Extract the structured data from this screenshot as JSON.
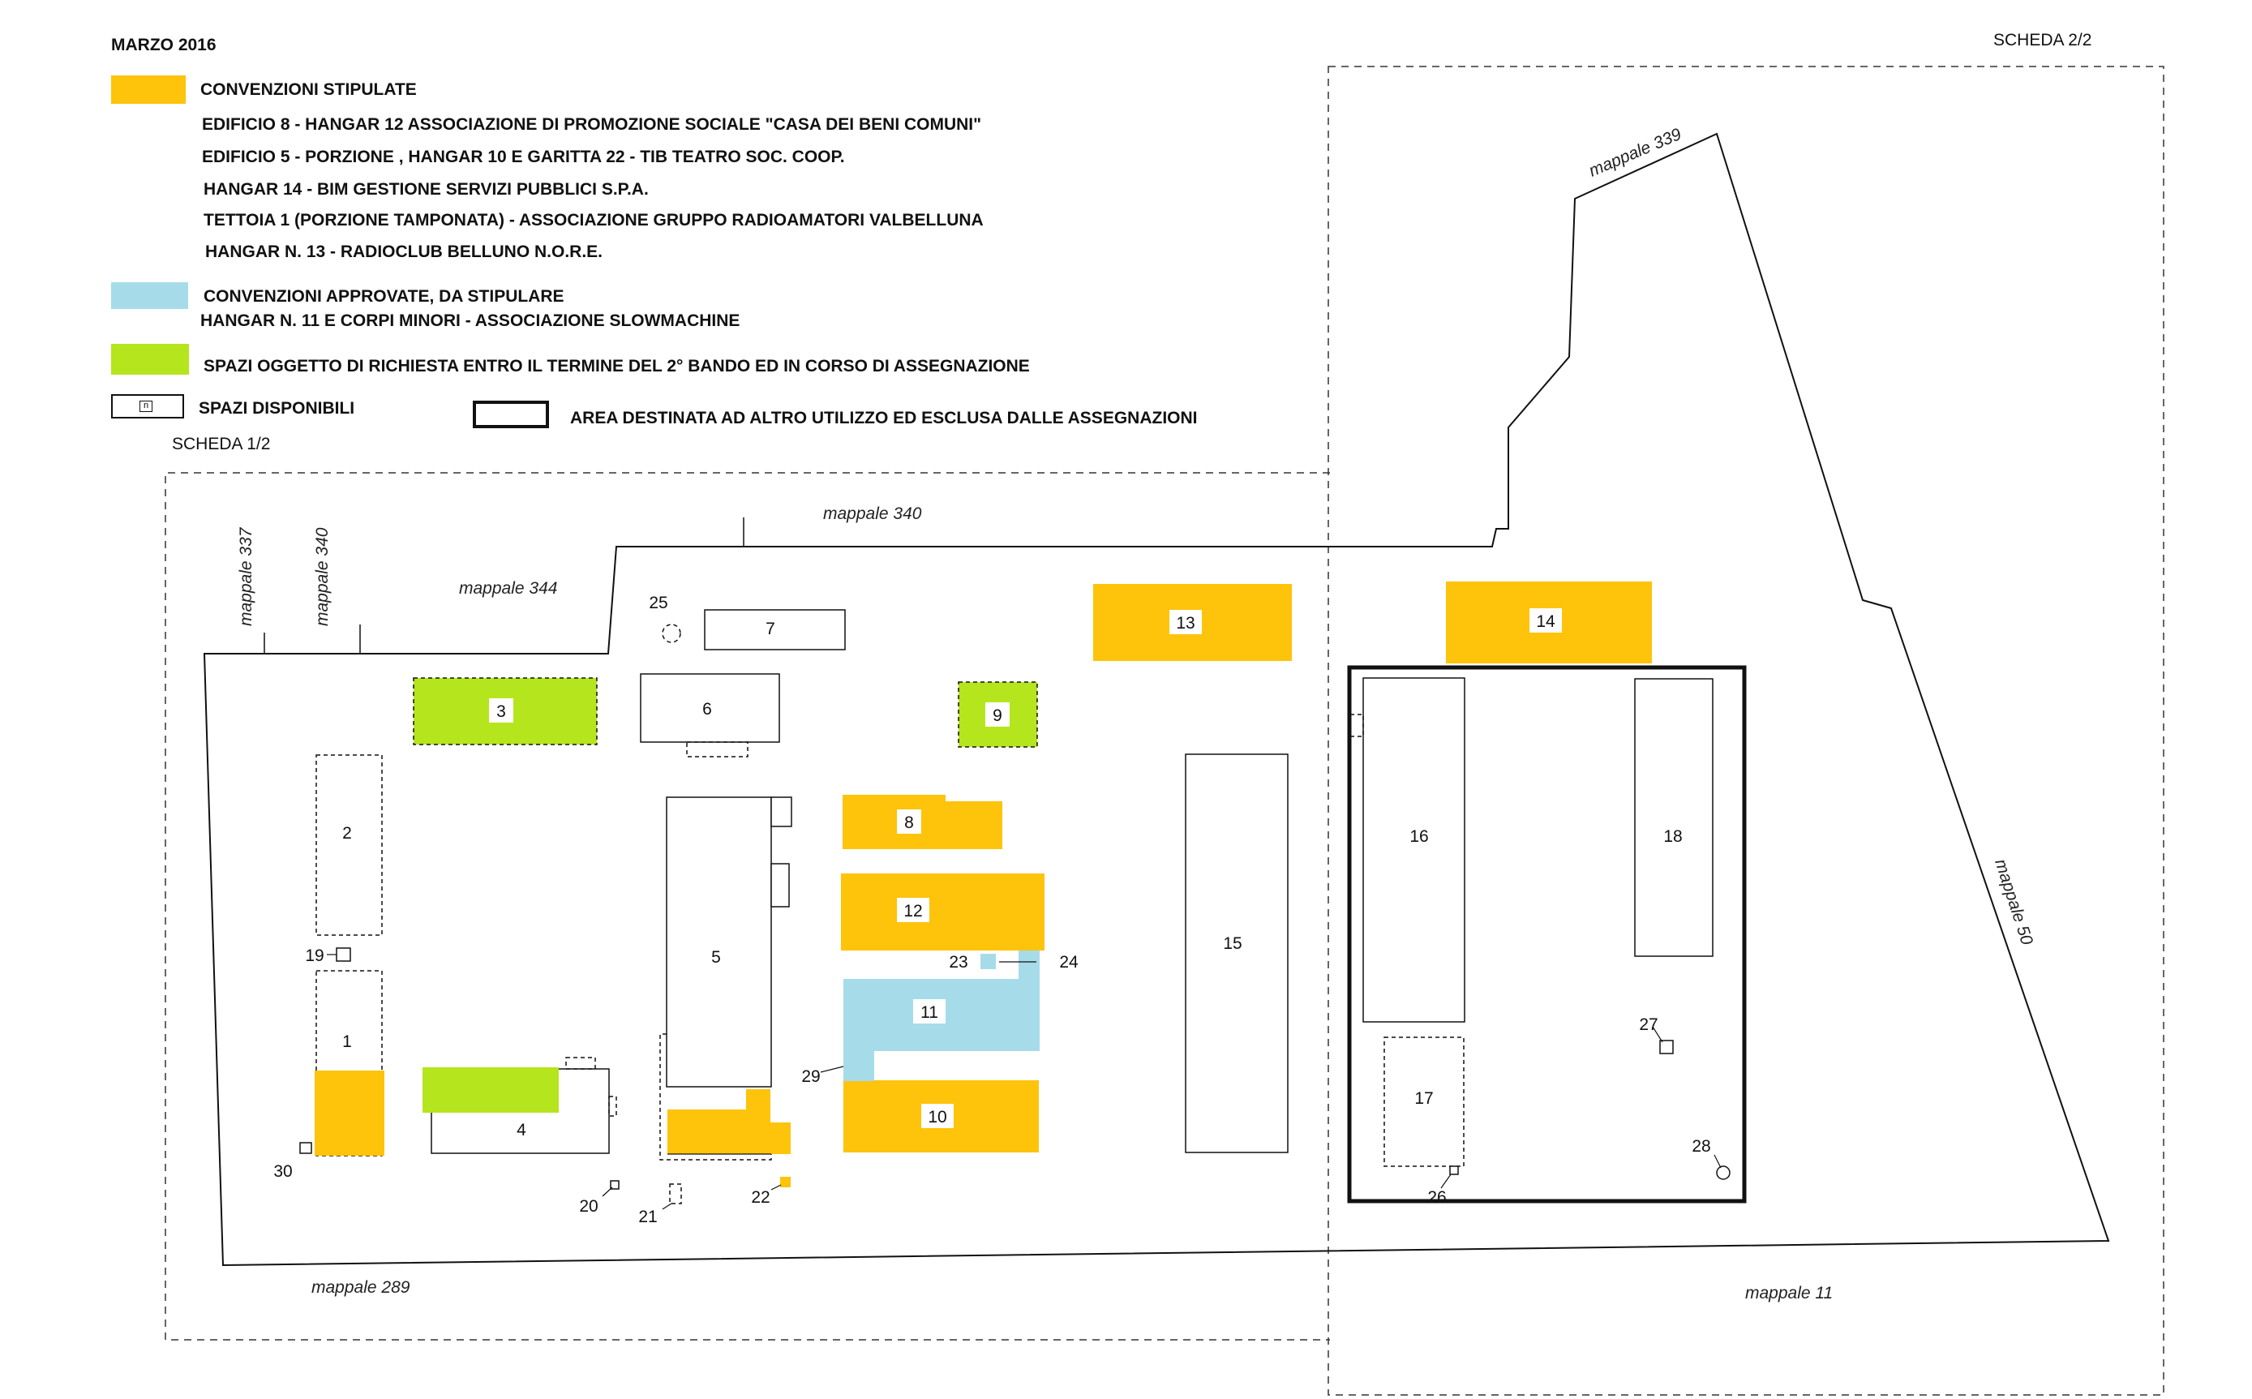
{
  "header": {
    "date": "MARZO 2016",
    "sheet2": "SCHEDA 2/2",
    "sheet1": "SCHEDA 1/2"
  },
  "colors": {
    "stipulated": "#FEC30B",
    "approved": "#A6DCEA",
    "requested": "#B5E51D",
    "line": "#111111"
  },
  "legend": {
    "stipulated": {
      "title": "CONVENZIONI STIPULATE",
      "lines": [
        "EDIFICIO 8 -  HANGAR 12   ASSOCIAZIONE DI PROMOZIONE SOCIALE \"CASA DEI  BENI COMUNI\"",
        "EDIFICIO 5 - PORZIONE , HANGAR 10 E GARITTA 22  - TIB TEATRO SOC. COOP.",
        "HANGAR 14 - BIM GESTIONE SERVIZI PUBBLICI S.P.A.",
        "TETTOIA 1 (PORZIONE TAMPONATA) - ASSOCIAZIONE  GRUPPO RADIOAMATORI VALBELLUNA",
        "HANGAR N. 13 -  RADIOCLUB BELLUNO N.O.R.E."
      ]
    },
    "approved": {
      "title": "CONVENZIONI APPROVATE, DA STIPULARE",
      "lines": [
        "HANGAR N. 11 E CORPI MINORI -  ASSOCIAZIONE SLOWMACHINE"
      ]
    },
    "requested": {
      "title": "SPAZI OGGETTO DI RICHIESTA ENTRO IL TERMINE DEL 2° BANDO  ED IN CORSO DI ASSEGNAZIONE"
    },
    "available": {
      "title": "SPAZI DISPONIBILI",
      "swatch_label": "n"
    },
    "excluded": {
      "title": "AREA DESTINATA AD ALTRO UTILIZZO ED ESCLUSA DALLE ASSEGNAZIONI"
    }
  },
  "parcels": {
    "m337": "mappale 337",
    "m340_left": "mappale 340",
    "m344": "mappale 344",
    "m340_top": "mappale 340",
    "m339": "mappale 339",
    "m50": "mappale 50",
    "m289": "mappale 289",
    "m11": "mappale 11"
  },
  "buildings": {
    "b1": "1",
    "b2": "2",
    "b3": "3",
    "b4": "4",
    "b5": "5",
    "b6": "6",
    "b7": "7",
    "b8": "8",
    "b9": "9",
    "b10": "10",
    "b11": "11",
    "b12": "12",
    "b13": "13",
    "b14": "14",
    "b15": "15",
    "b16": "16",
    "b17": "17",
    "b18": "18",
    "b19": "19",
    "b20": "20",
    "b21": "21",
    "b22": "22",
    "b23": "23",
    "b24": "24",
    "b25": "25",
    "b26": "26",
    "b27": "27",
    "b28": "28",
    "b29": "29",
    "b30": "30"
  }
}
